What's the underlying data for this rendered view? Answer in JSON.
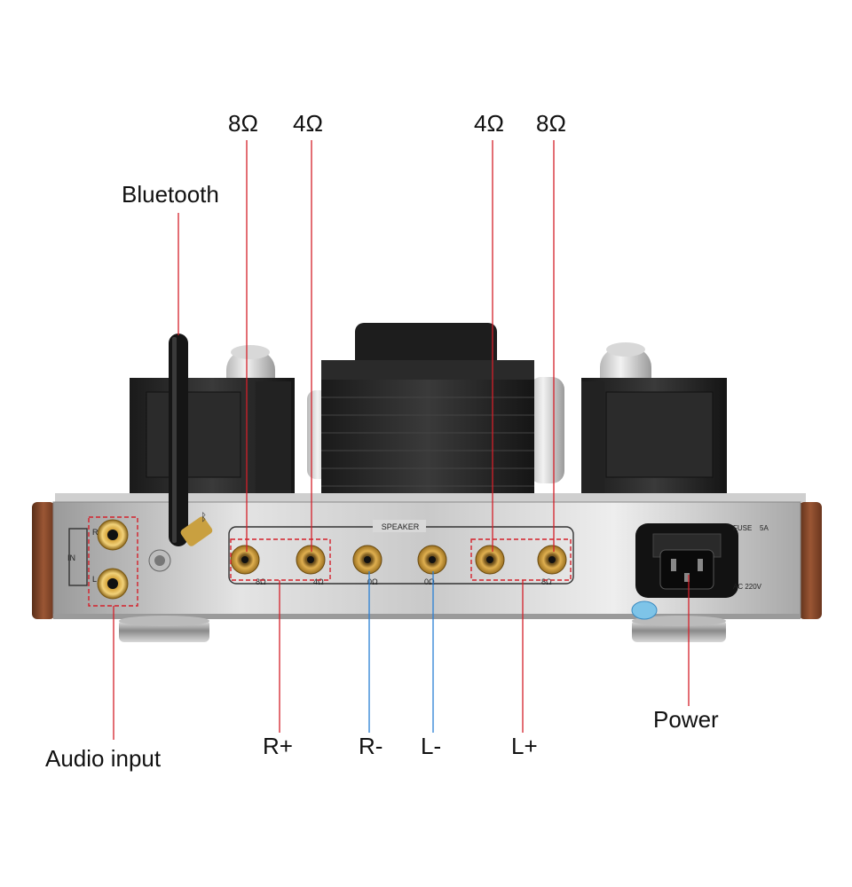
{
  "callouts": {
    "bluetooth": "Bluetooth",
    "audio_input": "Audio input",
    "power": "Power",
    "top": [
      "8Ω",
      "4Ω",
      "4Ω",
      "8Ω"
    ],
    "bottom": [
      "R+",
      "R-",
      "L-",
      "L+"
    ]
  },
  "panel": {
    "speaker": "SPEAKER",
    "in": "IN",
    "r": "R",
    "l": "L",
    "fuse": "FUSE",
    "fuse_rating": "5A",
    "ac": "AC 220V",
    "term_8_left": "8Ω",
    "term_4_left": "4Ω",
    "term_0_left": "0Ω",
    "term_0_right": "0Ω",
    "term_8_right": "8Ω"
  },
  "colors": {
    "callout_red": "#d4202a",
    "callout_blue": "#2a7fd4",
    "gold": "#d9a441",
    "wood": "#8a4a2b"
  }
}
